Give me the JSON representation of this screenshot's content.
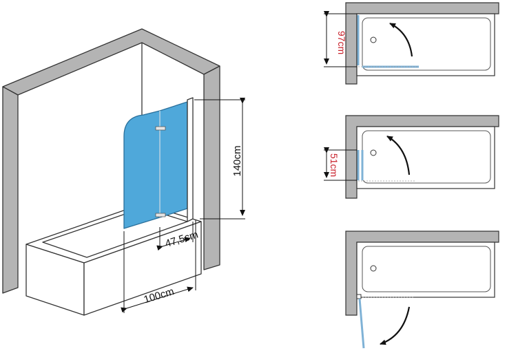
{
  "labels": {
    "height": "140cm",
    "panel_width": "47,5cm",
    "total_width": "100cm",
    "open_width": "97cm",
    "folded_width": "51cm"
  },
  "colors": {
    "wall_fill": "#b4b4b4",
    "line": "#333333",
    "glass": "#4fa8da",
    "glass_plan": "#7fb2d6",
    "dimension": "#111111",
    "plan_label": "#c8202a"
  },
  "icons": [
    "rotation-arrow-icon",
    "drain-icon",
    "hinge-icon"
  ]
}
